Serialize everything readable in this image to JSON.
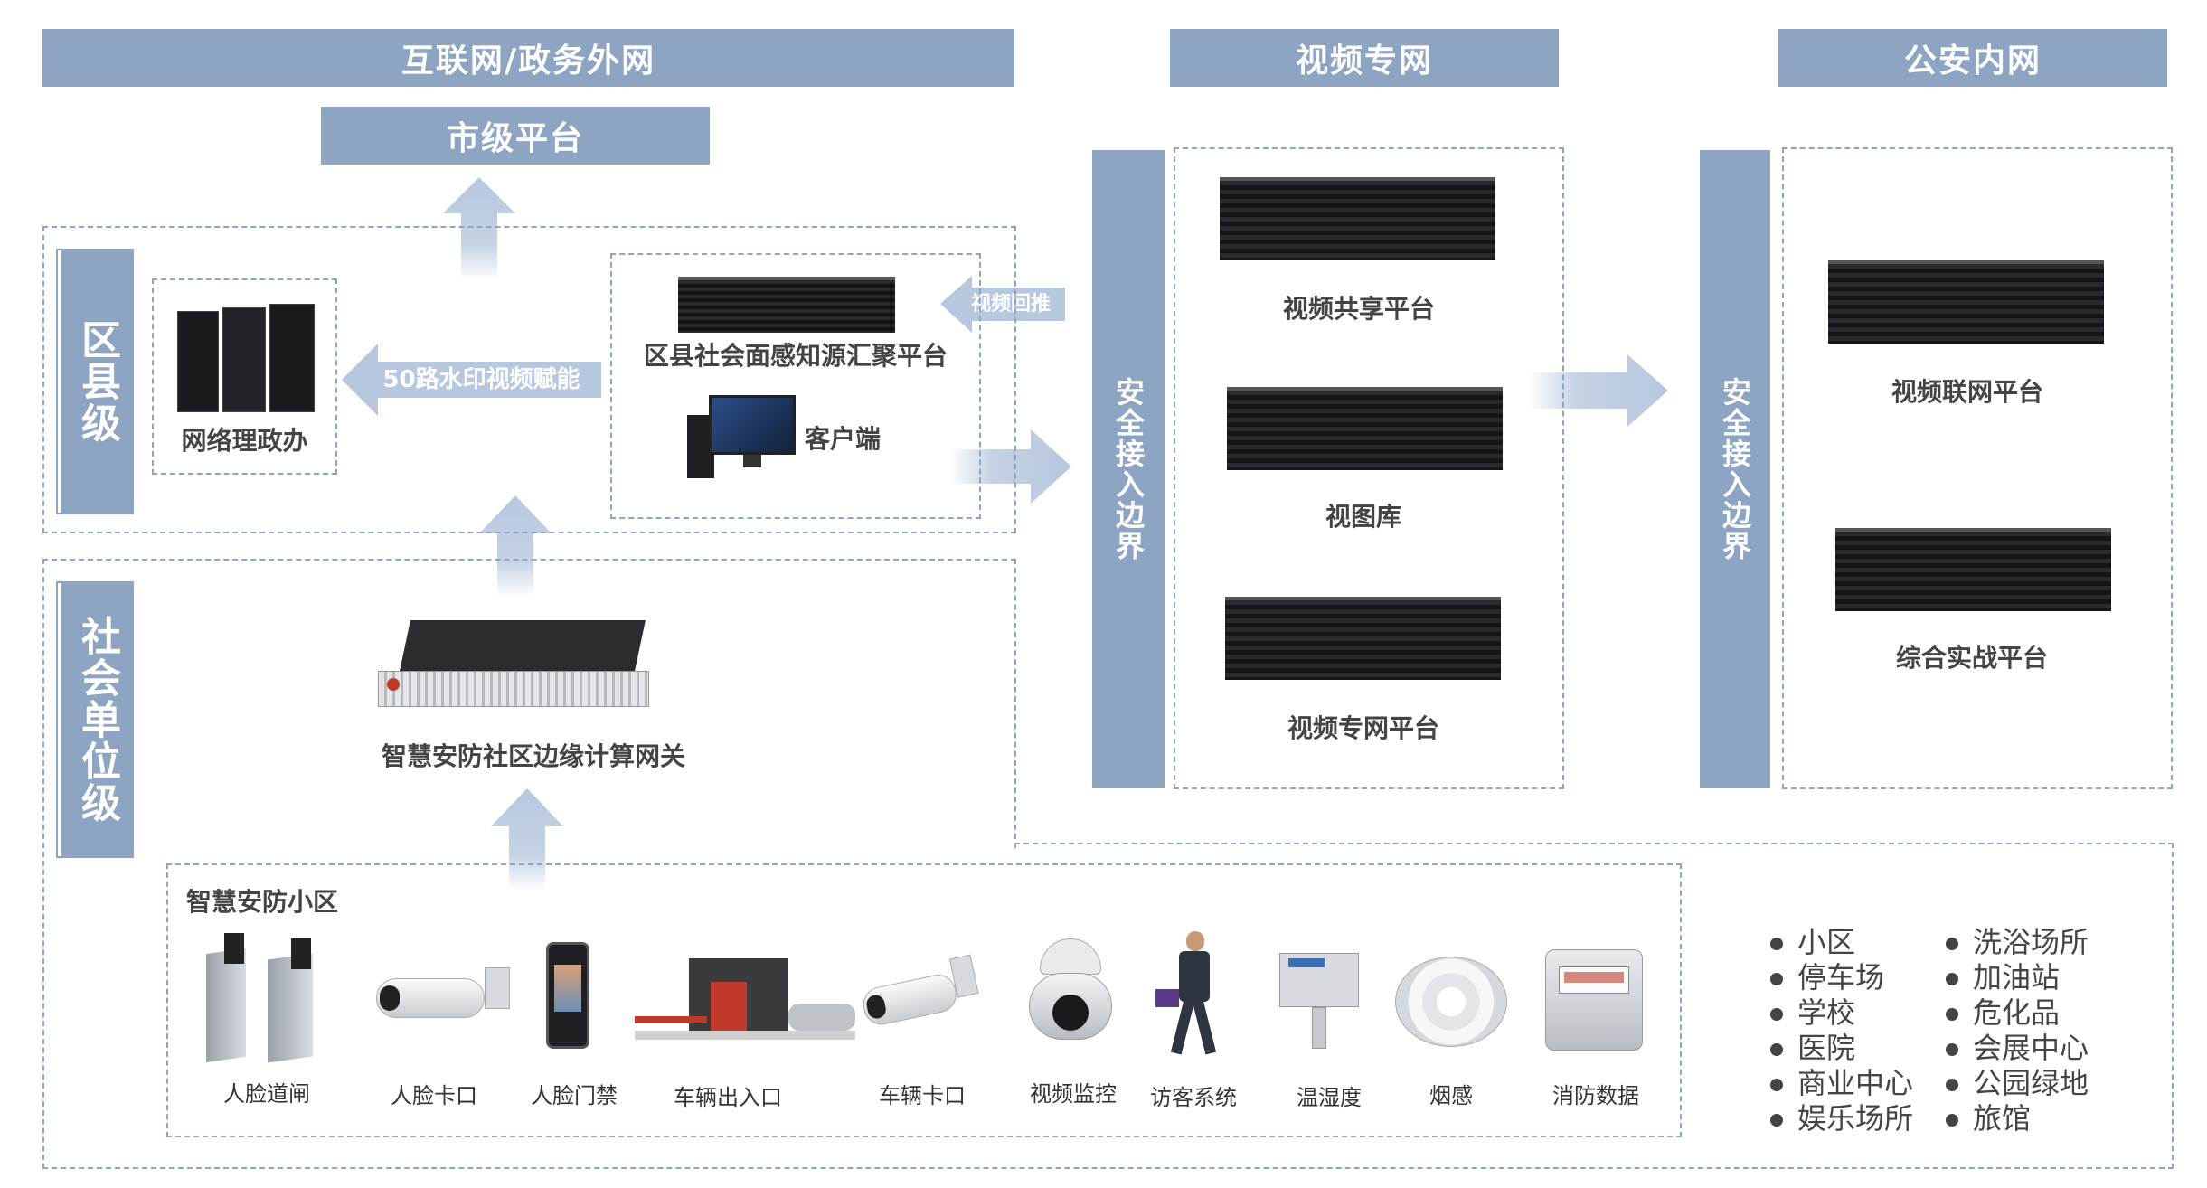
{
  "headers": {
    "internet": "互联网/政务外网",
    "video_net": "视频专网",
    "police_net": "公安内网",
    "city_platform": "市级平台"
  },
  "district": {
    "level_label": "区县级",
    "office": "网络理政办",
    "watermark_arrow": "50路水印视频赋能",
    "platform": "区县社会面感知源汇聚平台",
    "push_back": "视频回推",
    "client": "客户端"
  },
  "border_left": "安全接入边界",
  "border_right": "安全接入边界",
  "video_net_platforms": [
    "视频共享平台",
    "视图库",
    "视频专网平台"
  ],
  "police_platforms": [
    "视频联网平台",
    "综合实战平台"
  ],
  "social": {
    "level_label": "社会单位级",
    "gateway": "智慧安防社区边缘计算网关",
    "community_title": "智慧安防小区",
    "devices": [
      "人脸道闸",
      "人脸卡口",
      "人脸门禁",
      "车辆出入口",
      "车辆卡口",
      "视频监控",
      "访客系统",
      "温湿度",
      "烟感",
      "消防数据"
    ]
  },
  "places_col1": [
    "小区",
    "停车场",
    "学校",
    "医院",
    "商业中心",
    "娱乐场所"
  ],
  "places_col2": [
    "洗浴场所",
    "加油站",
    "危化品",
    "会展中心",
    "公园绿地",
    "旅馆"
  ],
  "colors": {
    "accent": "#8ea4c3",
    "arrow": "#c5d2e4",
    "dash": "#8ea4c3"
  }
}
